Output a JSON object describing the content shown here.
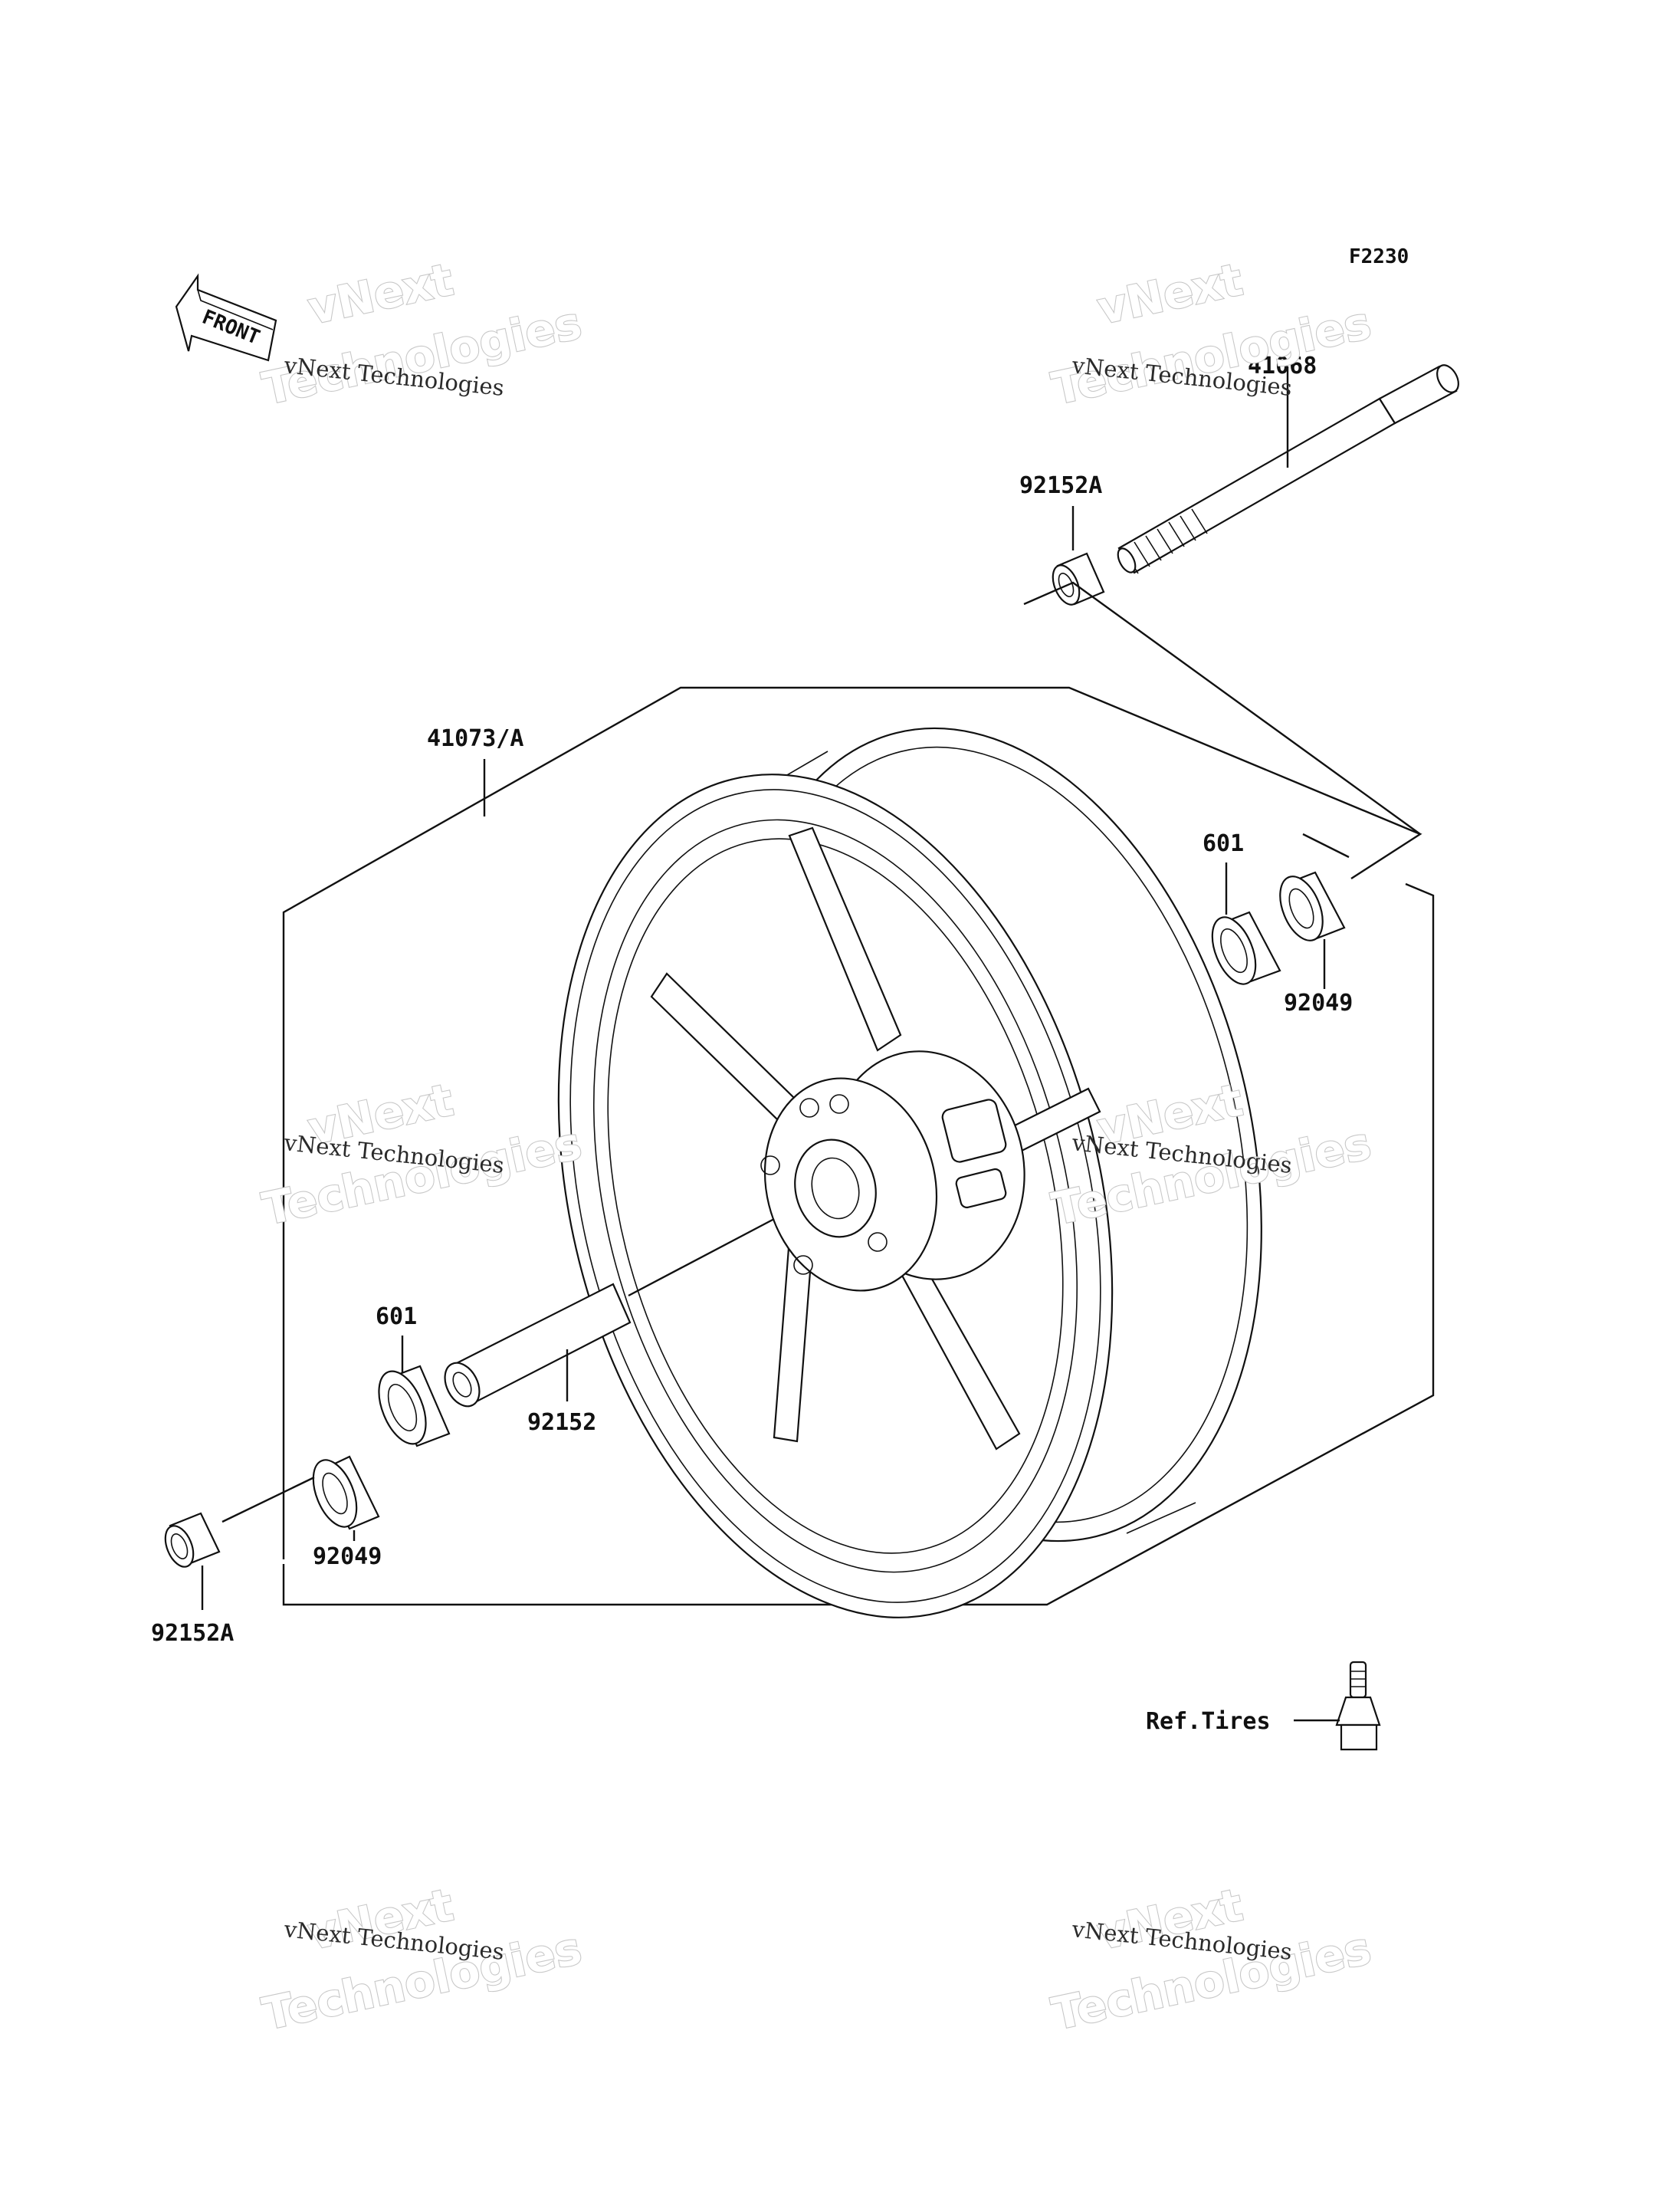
{
  "figure_code": "F2230",
  "front_arrow_label": "FRONT",
  "callouts": {
    "axle": "41068",
    "collar_top": "92152A",
    "wheel": "41073/A",
    "bearing_right": "601",
    "seal_right": "92049",
    "bearing_left": "601",
    "spacer": "92152",
    "seal_left": "92049",
    "collar_bottom": "92152A",
    "valve_ref": "Ref.Tires"
  },
  "watermark": {
    "line1": "vNext",
    "line2": "vNext Technologies",
    "line3": "Technologies"
  }
}
